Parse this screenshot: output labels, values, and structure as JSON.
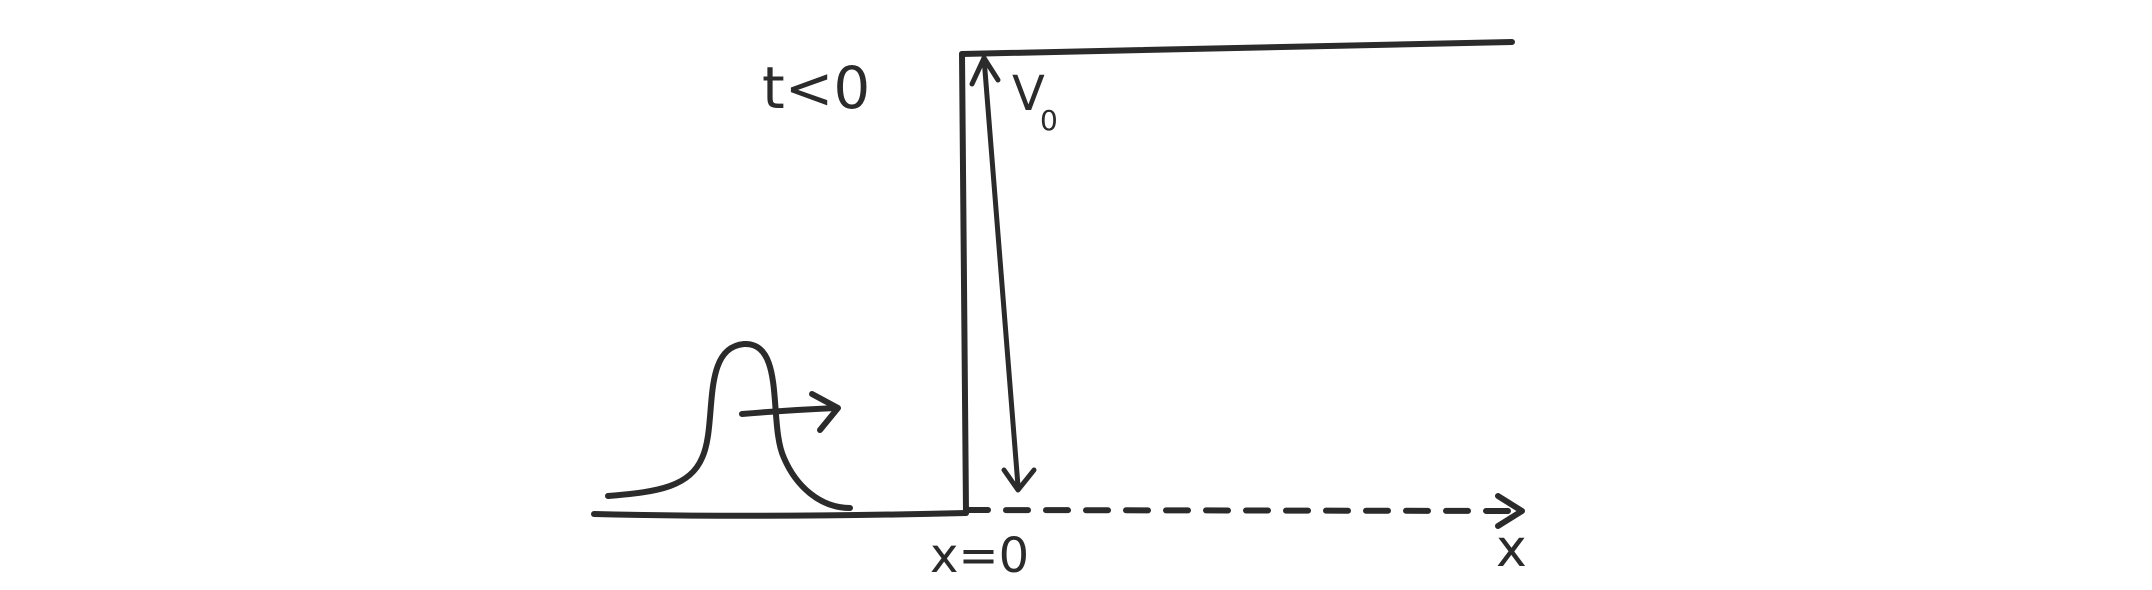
{
  "diagram": {
    "time_label": "t<0",
    "barrier_height_label": "V",
    "barrier_height_subscript": "0",
    "origin_label": "x=0",
    "axis_label": "x"
  }
}
